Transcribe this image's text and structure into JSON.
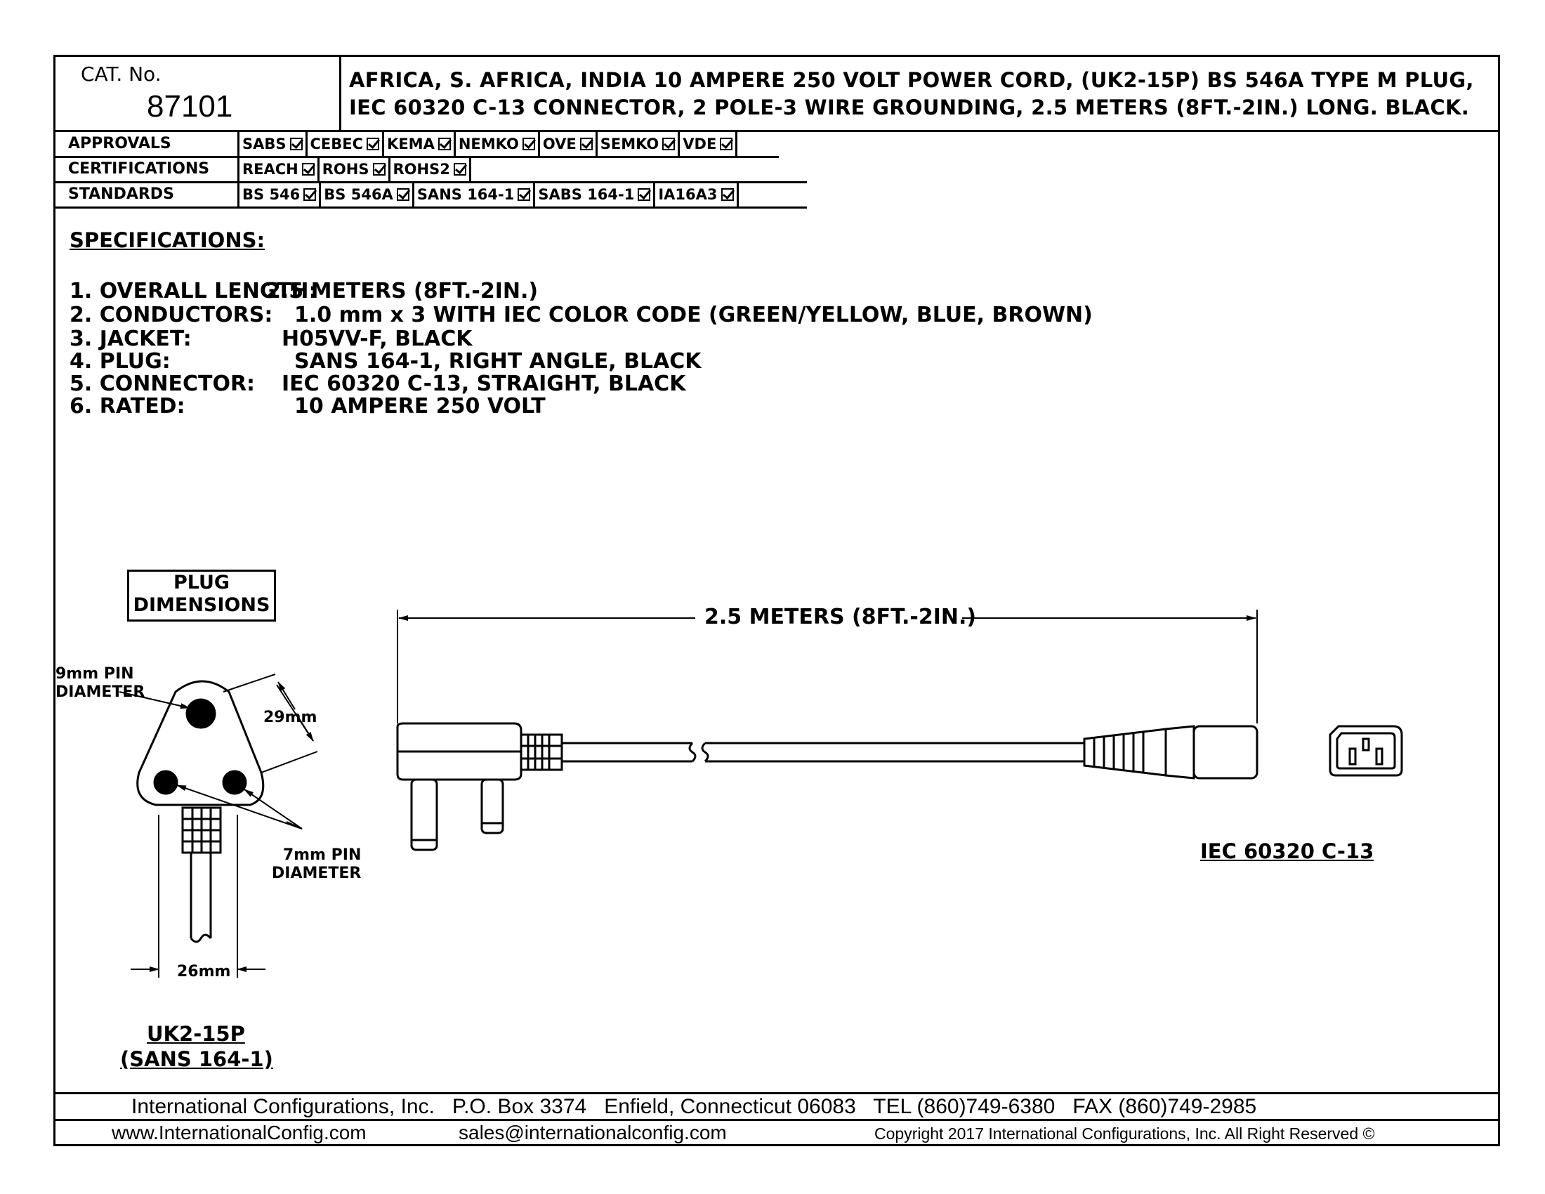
{
  "header": {
    "cat_label": "CAT. No.",
    "cat_number": "87101",
    "description": "AFRICA, S. AFRICA, INDIA 10 AMPERE 250 VOLT POWER CORD, (UK2-15P) BS 546A TYPE M PLUG, IEC 60320 C-13 CONNECTOR, 2 POLE-3 WIRE GROUNDING, 2.5 METERS (8FT.-2IN.) LONG. BLACK."
  },
  "approvals": {
    "label": "APPROVALS",
    "items": [
      "SABS",
      "CEBEC",
      "KEMA",
      "NEMKO",
      "OVE",
      "SEMKO",
      "VDE"
    ]
  },
  "certifications": {
    "label": "CERTIFICATIONS",
    "items": [
      "REACH",
      "ROHS",
      "ROHS2"
    ]
  },
  "standards": {
    "label": "STANDARDS",
    "items": [
      "BS 546",
      "BS 546A",
      "SANS 164-1",
      "SABS 164-1",
      "IA16A3"
    ]
  },
  "specifications": {
    "title": "SPECIFICATIONS:",
    "items": [
      {
        "num": "1.",
        "label": "OVERALL LENGTH:",
        "value": "2.5 METERS (8FT.-2IN.)"
      },
      {
        "num": "2.",
        "label": "CONDUCTORS:",
        "value": "1.0 mm x 3 WITH IEC COLOR CODE (GREEN/YELLOW, BLUE, BROWN)"
      },
      {
        "num": "3.",
        "label": "JACKET:",
        "value": "H05VV-F, BLACK"
      },
      {
        "num": "4.",
        "label": "PLUG:",
        "value": "SANS 164-1, RIGHT ANGLE, BLACK"
      },
      {
        "num": "5.",
        "label": "CONNECTOR:",
        "value": "IEC 60320 C-13, STRAIGHT, BLACK"
      },
      {
        "num": "6.",
        "label": "RATED:",
        "value": "10 AMPERE 250 VOLT"
      }
    ]
  },
  "drawing": {
    "plug_dimensions_line1": "PLUG",
    "plug_dimensions_line2": "DIMENSIONS",
    "pin9_line1": "9mm PIN",
    "pin9_line2": "DIAMETER",
    "dim_29": "29mm",
    "pin7_line1": "7mm PIN",
    "pin7_line2": "DIAMETER",
    "dim_26": "26mm",
    "plug_name": "UK2-15P",
    "plug_standard": "(SANS 164-1)",
    "cord_length": "2.5 METERS (8FT.-2IN.)",
    "connector_name": "IEC 60320 C-13"
  },
  "footer": {
    "company": "International Configurations, Inc.",
    "pobox": "P.O. Box 3374",
    "city": "Enfield, Connecticut 06083",
    "tel": "TEL (860)749-6380",
    "fax": "FAX (860)749-2985",
    "website": "www.InternationalConfig.com",
    "email": "sales@internationalconfig.com",
    "copyright": "Copyright 2017 International Configurations, Inc. All Right Reserved ©"
  }
}
